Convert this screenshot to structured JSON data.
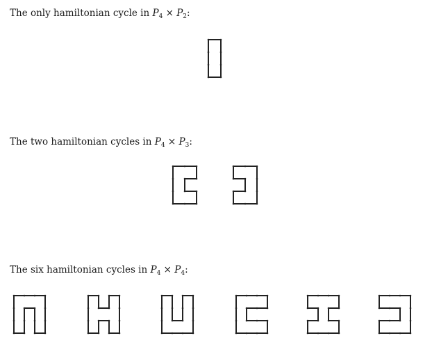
{
  "captions": [
    {
      "prefix": "The only hamiltonian cycle in ",
      "a": "P",
      "a_sub": "4",
      "op": " × ",
      "b": "P",
      "b_sub": "2",
      "suffix": ":"
    },
    {
      "prefix": "The two hamiltonian cycles in ",
      "a": "P",
      "a_sub": "4",
      "op": " × ",
      "b": "P",
      "b_sub": "3",
      "suffix": ":"
    },
    {
      "prefix": "The six hamiltonian cycles in ",
      "a": "P",
      "a_sub": "4",
      "op": " × ",
      "b": "P",
      "b_sub": "4",
      "suffix": ":"
    }
  ],
  "sections": [
    {
      "grid": {
        "cols": 2,
        "rows": 4
      },
      "cycles": [
        [
          [
            0,
            0
          ],
          [
            1,
            0
          ],
          [
            1,
            1
          ],
          [
            1,
            2
          ],
          [
            1,
            3
          ],
          [
            0,
            3
          ],
          [
            0,
            2
          ],
          [
            0,
            1
          ]
        ]
      ]
    },
    {
      "grid": {
        "cols": 3,
        "rows": 4
      },
      "cycles": [
        [
          [
            0,
            0
          ],
          [
            2,
            0
          ],
          [
            2,
            1
          ],
          [
            1,
            1
          ],
          [
            1,
            2
          ],
          [
            2,
            2
          ],
          [
            2,
            3
          ],
          [
            0,
            3
          ]
        ],
        [
          [
            0,
            0
          ],
          [
            2,
            0
          ],
          [
            2,
            3
          ],
          [
            0,
            3
          ],
          [
            0,
            2
          ],
          [
            1,
            2
          ],
          [
            1,
            1
          ],
          [
            0,
            1
          ]
        ]
      ]
    },
    {
      "grid": {
        "cols": 4,
        "rows": 4
      },
      "cycles": [
        [
          [
            0,
            0
          ],
          [
            3,
            0
          ],
          [
            3,
            3
          ],
          [
            2,
            3
          ],
          [
            2,
            1
          ],
          [
            1,
            1
          ],
          [
            1,
            3
          ],
          [
            0,
            3
          ]
        ],
        [
          [
            0,
            0
          ],
          [
            1,
            0
          ],
          [
            1,
            1
          ],
          [
            2,
            1
          ],
          [
            2,
            0
          ],
          [
            3,
            0
          ],
          [
            3,
            3
          ],
          [
            2,
            3
          ],
          [
            2,
            2
          ],
          [
            1,
            2
          ],
          [
            1,
            3
          ],
          [
            0,
            3
          ]
        ],
        [
          [
            0,
            0
          ],
          [
            1,
            0
          ],
          [
            1,
            2
          ],
          [
            2,
            2
          ],
          [
            2,
            0
          ],
          [
            3,
            0
          ],
          [
            3,
            3
          ],
          [
            0,
            3
          ]
        ],
        [
          [
            0,
            0
          ],
          [
            3,
            0
          ],
          [
            3,
            1
          ],
          [
            1,
            1
          ],
          [
            1,
            2
          ],
          [
            3,
            2
          ],
          [
            3,
            3
          ],
          [
            0,
            3
          ]
        ],
        [
          [
            0,
            0
          ],
          [
            3,
            0
          ],
          [
            3,
            1
          ],
          [
            2,
            1
          ],
          [
            2,
            2
          ],
          [
            3,
            2
          ],
          [
            3,
            3
          ],
          [
            0,
            3
          ],
          [
            0,
            2
          ],
          [
            1,
            2
          ],
          [
            1,
            1
          ],
          [
            0,
            1
          ]
        ],
        [
          [
            0,
            0
          ],
          [
            3,
            0
          ],
          [
            3,
            3
          ],
          [
            0,
            3
          ],
          [
            0,
            2
          ],
          [
            2,
            2
          ],
          [
            2,
            1
          ],
          [
            0,
            1
          ]
        ]
      ]
    }
  ]
}
